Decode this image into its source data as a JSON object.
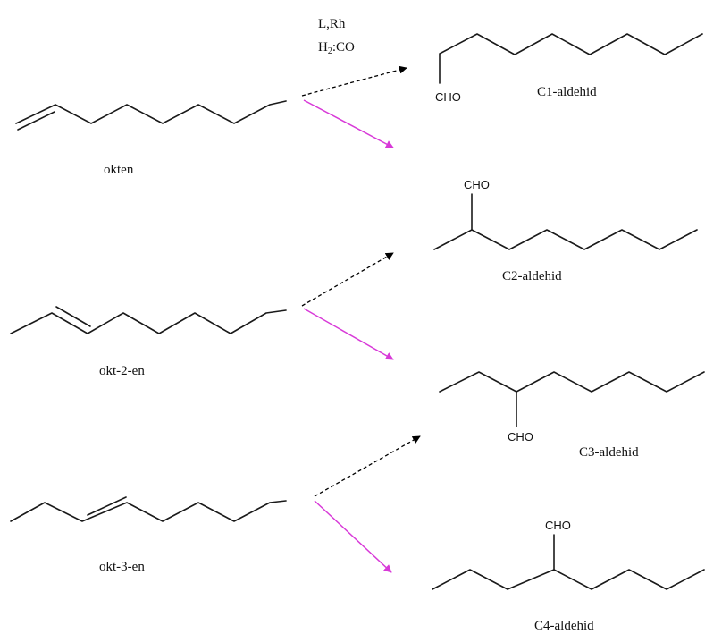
{
  "conditions": {
    "catalyst": "L,Rh",
    "gas_h": "H",
    "gas_sub": "2",
    "gas_rest": ":CO"
  },
  "reactants": [
    {
      "name": "okten"
    },
    {
      "name": "okt-2-en"
    },
    {
      "name": "okt-3-en"
    }
  ],
  "products": [
    {
      "name": "C1-aldehid",
      "group": "CHO"
    },
    {
      "name": "C2-aldehid",
      "group": "CHO"
    },
    {
      "name": "C3-aldehid",
      "group": "CHO"
    },
    {
      "name": "C4-aldehid",
      "group": "CHO"
    }
  ],
  "colors": {
    "bond": "#1a1a1a",
    "dashed_arrow": "#000000",
    "solid_arrow": "#d83ad8"
  }
}
